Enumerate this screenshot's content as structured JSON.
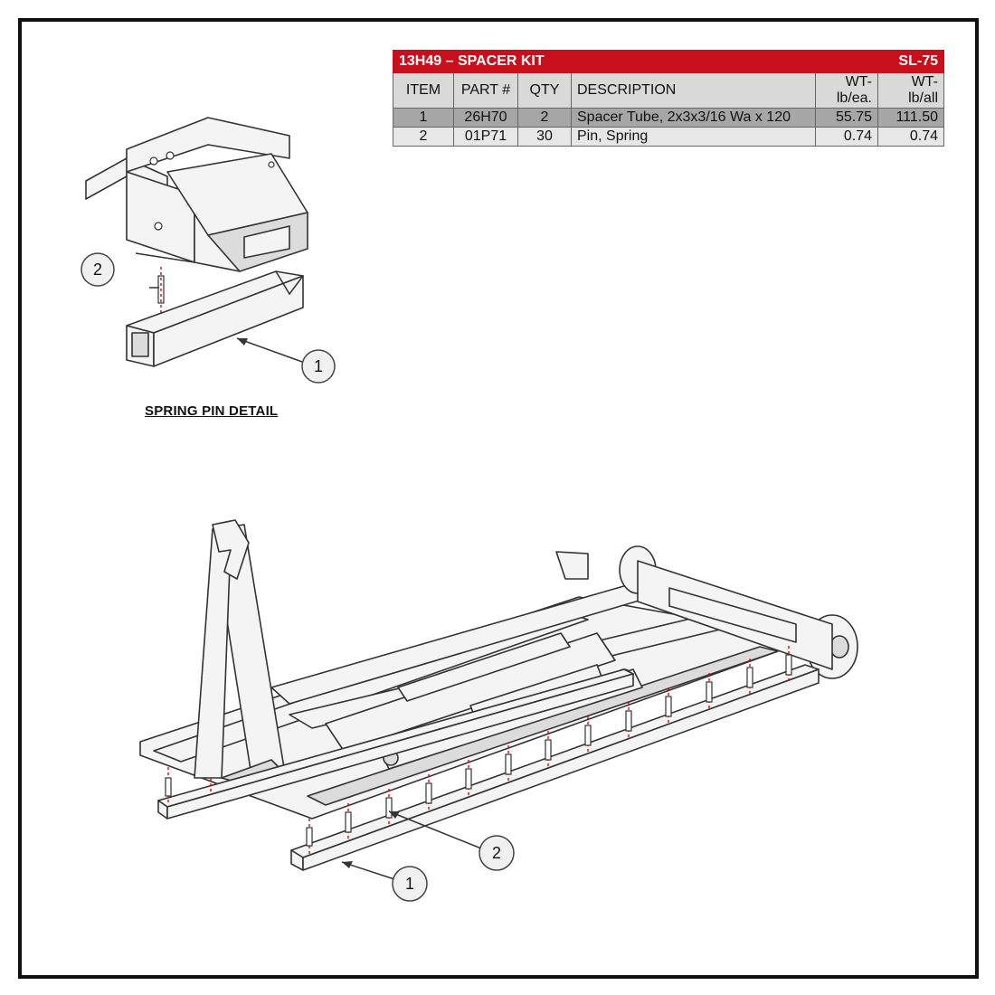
{
  "table": {
    "title": "13H49 – SPACER KIT",
    "code": "SL-75",
    "headers": {
      "item": "ITEM",
      "part": "PART #",
      "qty": "QTY",
      "description": "DESCRIPTION",
      "wt_each": "WT-lb/ea.",
      "wt_all": "WT-lb/all"
    },
    "rows": [
      {
        "item": "1",
        "part": "26H70",
        "qty": "2",
        "description": "Spacer Tube, 2x3x3/16 Wa x 120",
        "wt_each": "55.75",
        "wt_all": "111.50"
      },
      {
        "item": "2",
        "part": "01P71",
        "qty": "30",
        "description": "Pin, Spring",
        "wt_each": "0.74",
        "wt_all": "0.74"
      }
    ]
  },
  "detail": {
    "caption": "SPRING PIN DETAIL"
  },
  "callouts": {
    "detail_pin": "2",
    "detail_tube": "1",
    "main_pin": "2",
    "main_tube": "1"
  },
  "colors": {
    "table_header": "#c8101c",
    "row_item1": "#a6a6a6",
    "row_item2": "#e7e7e7",
    "pin_marker": "#cc1111"
  }
}
